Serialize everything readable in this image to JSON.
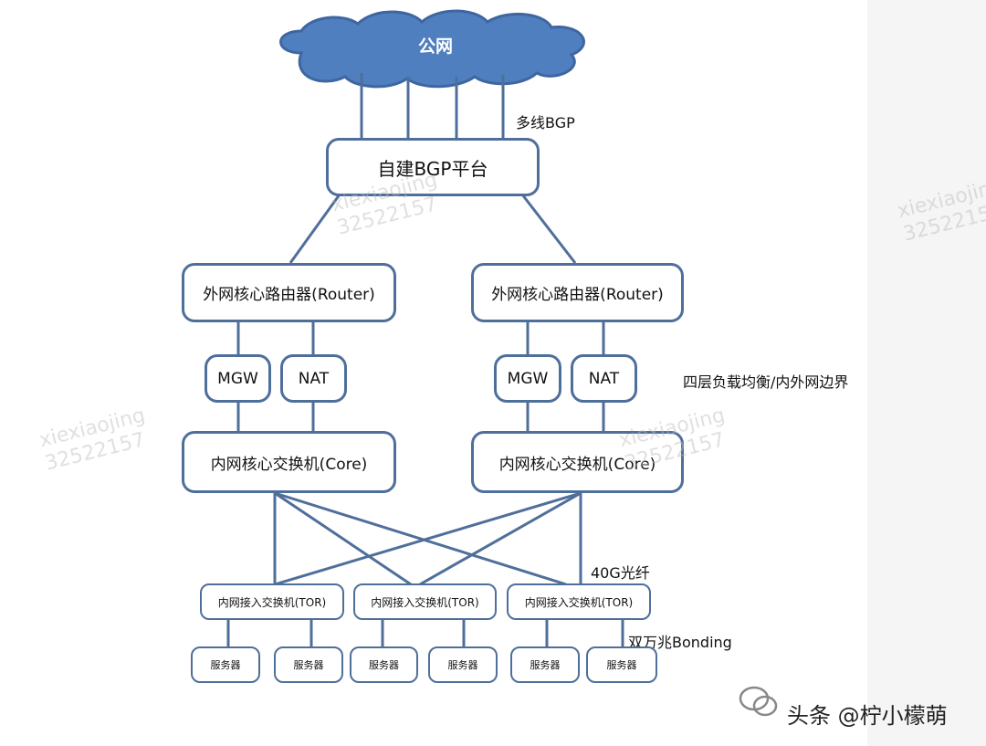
{
  "cloud": {
    "label": "公网"
  },
  "annotations": {
    "multi_bgp": "多线BGP",
    "l4_lb": "四层负载均衡/内外网边界",
    "fiber": "40G光纤",
    "bonding": "双万兆Bonding"
  },
  "bgp_platform": {
    "label": "自建BGP平台"
  },
  "routers": [
    {
      "label": "外网核心路由器(Router)"
    },
    {
      "label": "外网核心路由器(Router)"
    }
  ],
  "gateways": [
    {
      "mgw": "MGW",
      "nat": "NAT"
    },
    {
      "mgw": "MGW",
      "nat": "NAT"
    }
  ],
  "core_switches": [
    {
      "label": "内网核心交换机(Core)"
    },
    {
      "label": "内网核心交换机(Core)"
    }
  ],
  "tor_switches": [
    {
      "label": "内网接入交换机(TOR)"
    },
    {
      "label": "内网接入交换机(TOR)"
    },
    {
      "label": "内网接入交换机(TOR)"
    }
  ],
  "servers": [
    "服务器",
    "服务器",
    "服务器",
    "服务器",
    "服务器",
    "服务器"
  ],
  "watermarks": {
    "user": "xiexiaojing",
    "id": "32522157",
    "credit": "头条 @柠小檬萌"
  },
  "colors": {
    "line": "#4f6f9b",
    "cloud_fill": "#4f7fbf",
    "cloud_stroke": "#3e66a0"
  }
}
